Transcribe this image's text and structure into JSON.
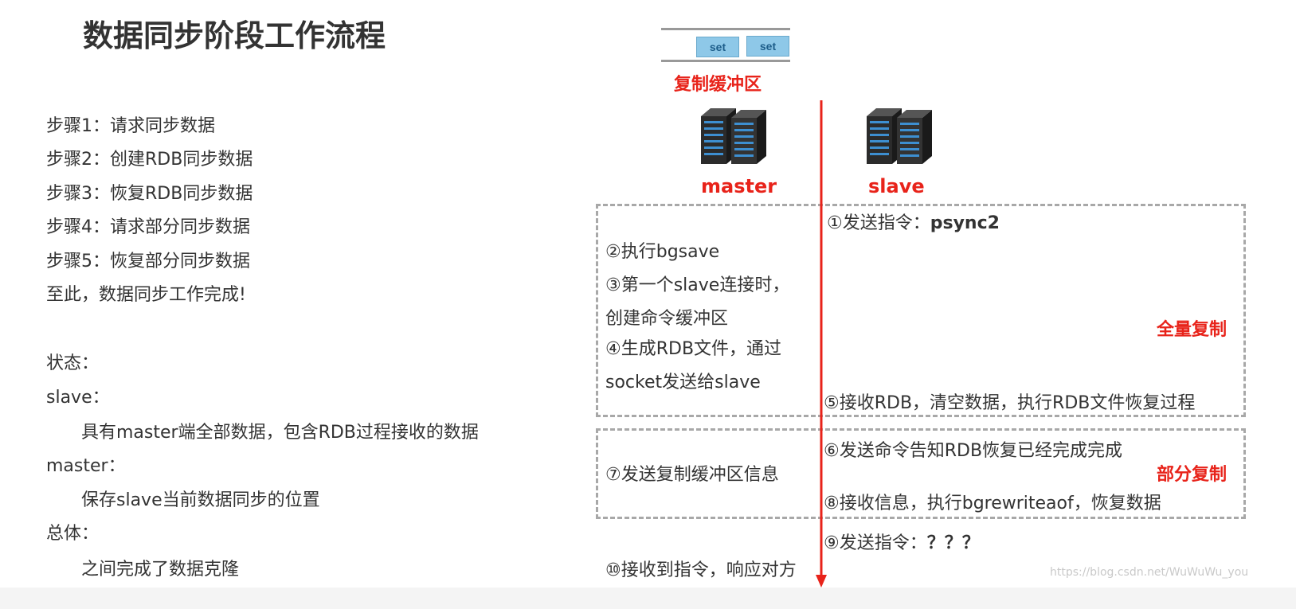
{
  "title": "数据同步阶段工作流程",
  "left_panel": {
    "steps": [
      "步骤1：请求同步数据",
      "步骤2：创建RDB同步数据",
      "步骤3：恢复RDB同步数据",
      "步骤4：请求部分同步数据",
      "步骤5：恢复部分同步数据",
      "至此，数据同步工作完成!"
    ],
    "status_label": "状态：",
    "slave_label": "slave：",
    "slave_desc": "具有master端全部数据，包含RDB过程接收的数据",
    "master_label": "master：",
    "master_desc": "保存slave当前数据同步的位置",
    "overall_label": "总体：",
    "overall_desc": "之间完成了数据克隆"
  },
  "diagram": {
    "buffer_items": [
      "set",
      "set"
    ],
    "buffer_label": "复制缓冲区",
    "master_label": "master",
    "slave_label": "slave",
    "full_copy_label": "全量复制",
    "partial_copy_label": "部分复制",
    "s1_prefix": "①发送指令：",
    "s1_cmd": "psync2",
    "s2": "②执行bgsave",
    "s3_line1": "③第一个slave连接时，",
    "s3_line2": "创建命令缓冲区",
    "s4_line1": "④生成RDB文件，通过",
    "s4_line2": "socket发送给slave",
    "s5": "⑤接收RDB，清空数据，执行RDB文件恢复过程",
    "s6": "⑥发送命令告知RDB恢复已经完成完成",
    "s7": "⑦发送复制缓冲区信息",
    "s8": "⑧接收信息，执行bgrewriteaof，恢复数据",
    "s9_prefix": "⑨发送指令：",
    "s9_cmd": "？？？",
    "s10": "⑩接收到指令，响应对方",
    "colors": {
      "accent_red": "#e8231a",
      "server_dark": "#2b2b2b",
      "server_led": "#3d8fd1",
      "dashed_border": "#a8a8a8"
    }
  },
  "watermark": "https://blog.csdn.net/WuWuWu_you"
}
